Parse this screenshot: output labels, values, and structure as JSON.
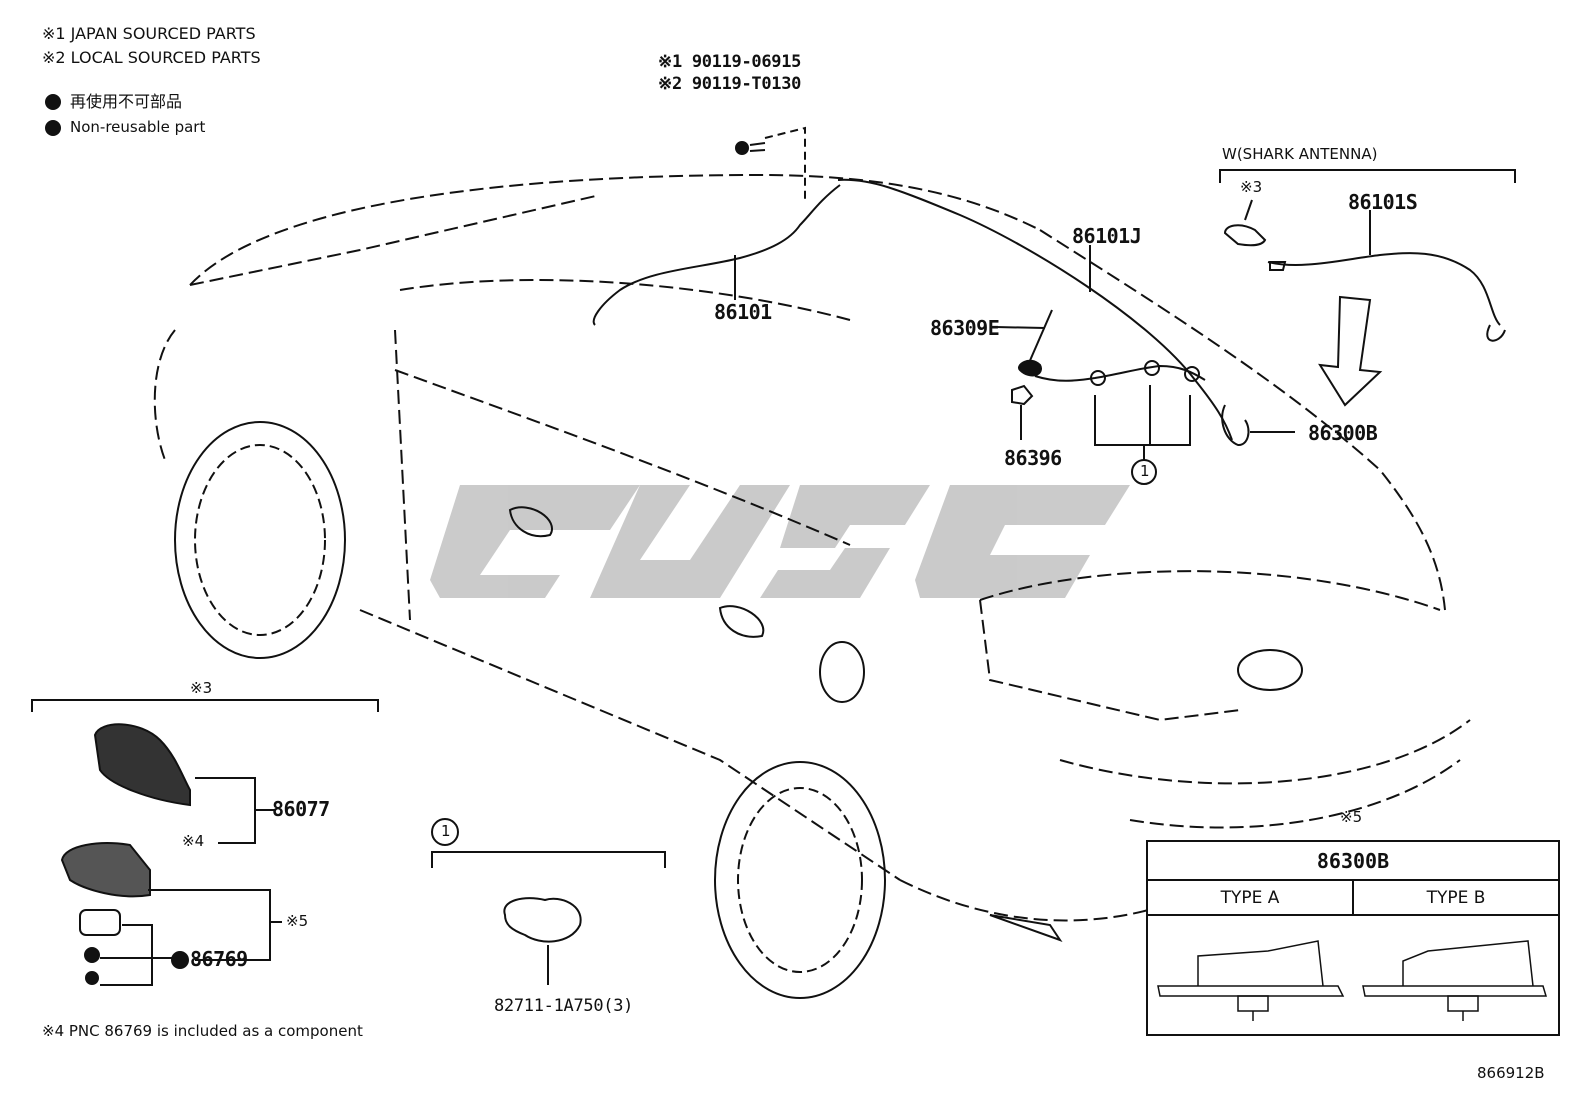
{
  "legend": {
    "line1": "※1 JAPAN SOURCED PARTS",
    "line2": "※2 LOCAL SOURCED PARTS",
    "jp": "再使用不可部品",
    "en": "Non-reusable part"
  },
  "bolt_labels": {
    "japan": "※1 90119-06915",
    "local": "※2 90119-T0130"
  },
  "shark": {
    "header": "W(SHARK ANTENNA)",
    "note3": "※3",
    "part": "86101S"
  },
  "parts": {
    "p86101": "86101",
    "p86101J": "86101J",
    "p86309E": "86309E",
    "p86396": "86396",
    "p86300B": "86300B",
    "circle1": "1"
  },
  "lower_left": {
    "note3": "※3",
    "p86077": "86077",
    "note4": "※4",
    "note5": "※5",
    "p86769": "86769"
  },
  "clip_group": {
    "circle1": "1",
    "part": "82711-1A750(3)"
  },
  "inset": {
    "note5": "※5",
    "title": "86300B",
    "type_a": "TYPE A",
    "type_b": "TYPE B"
  },
  "footnote": "※4 PNC 86769 is included as a component",
  "figure_id": "866912B",
  "colors": {
    "line": "#111111",
    "watermark": "#c8c8c8"
  }
}
